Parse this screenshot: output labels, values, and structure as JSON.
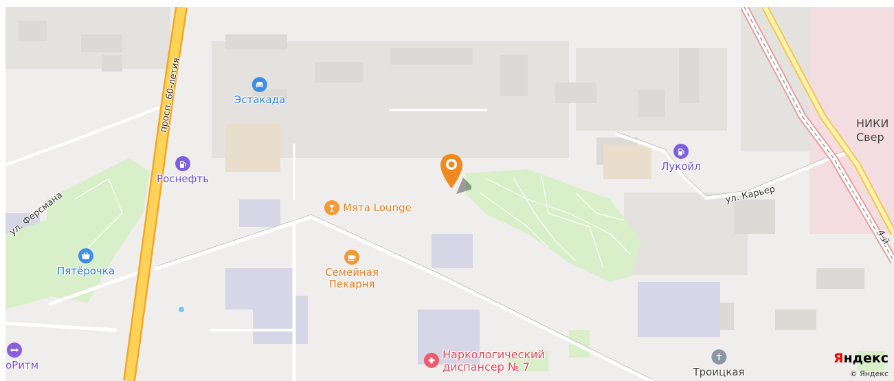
{
  "map": {
    "pois": [
      {
        "id": "estakada",
        "label": "Эстакада",
        "icon": "car-icon",
        "color": "#3f8ee8",
        "text_color": "#2b7fe0"
      },
      {
        "id": "rosneft",
        "label": "Роснефть",
        "icon": "fuel-icon",
        "color": "#7b5fe0",
        "text_color": "#6a4fd8"
      },
      {
        "id": "mint",
        "label": "Мята Lounge",
        "icon": "cocktail-icon",
        "color": "#f29a3a",
        "text_color": "#e7791e"
      },
      {
        "id": "pyaterochka",
        "label": "Пятёрочка",
        "icon": "basket-icon",
        "color": "#3f8ee8",
        "text_color": "#2b7fe0"
      },
      {
        "id": "bakery",
        "label": "Семейная\nПекарня",
        "icon": "coffee-icon",
        "color": "#f29a3a",
        "text_color": "#e7791e"
      },
      {
        "id": "lukoil",
        "label": "Лукойл",
        "icon": "fuel-icon",
        "color": "#7b5fe0",
        "text_color": "#6a4fd8"
      },
      {
        "id": "narco",
        "label": "Наркологический\nдиспансер № 7",
        "icon": "medical-cross-icon",
        "color": "#ef5a6d",
        "text_color": "#e8475c"
      },
      {
        "id": "oritm",
        "label": "оРитм",
        "icon": "arrows-icon",
        "color": "#8a5fdc",
        "text_color": "#7b4fd8"
      },
      {
        "id": "troickaya",
        "label": "Троицкая",
        "icon": "church-icon",
        "color": "#8a97a4",
        "text_color": "#444444"
      }
    ],
    "streets": [
      {
        "id": "prosp60",
        "label": "просп. 60-летия"
      },
      {
        "id": "fersmana",
        "label": "ул. Ферсмана"
      },
      {
        "id": "karer",
        "label": "ул. Карьер"
      },
      {
        "id": "fourth",
        "label": "4-й"
      }
    ],
    "district": {
      "line1": "НИКИ",
      "line2": "Свер"
    },
    "brand": {
      "logo_first": "Я",
      "logo_rest": "ндекс",
      "copyright": "© Яндекс"
    },
    "marker": {
      "color": "#f08a1f",
      "icon": "location-pin-icon"
    }
  }
}
